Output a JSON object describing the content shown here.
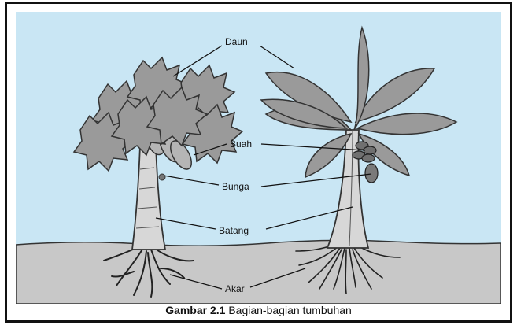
{
  "figure": {
    "labels": {
      "daun": "Daun",
      "buah": "Buah",
      "bunga": "Bunga",
      "batang": "Batang",
      "akar": "Akar"
    },
    "caption": {
      "number": "Gambar 2.1",
      "text": "Bagian-bagian tumbuhan"
    }
  },
  "colors": {
    "sky": "#c9e6f4",
    "ground": "#c8c8c8",
    "leaf": "#9a9a9a",
    "trunk": "#d7d7d7",
    "outline": "#333333"
  }
}
